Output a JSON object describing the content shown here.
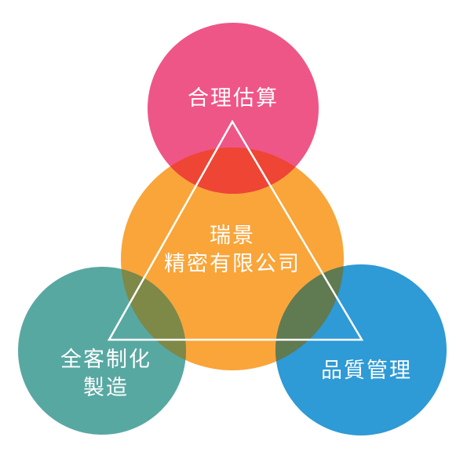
{
  "diagram": {
    "center": {
      "line1": "瑞景",
      "line2": "精密有限公司",
      "color": "#F9A53A"
    },
    "top": {
      "label": "合理估算",
      "color": "#EE5687"
    },
    "left": {
      "line1": "全客制化",
      "line2": "製造",
      "color": "#58A8A2"
    },
    "right": {
      "label": "品質管理",
      "color": "#2E9AD6"
    },
    "overlap_color": "#EE4535",
    "triangle_color": "#ffffff"
  }
}
